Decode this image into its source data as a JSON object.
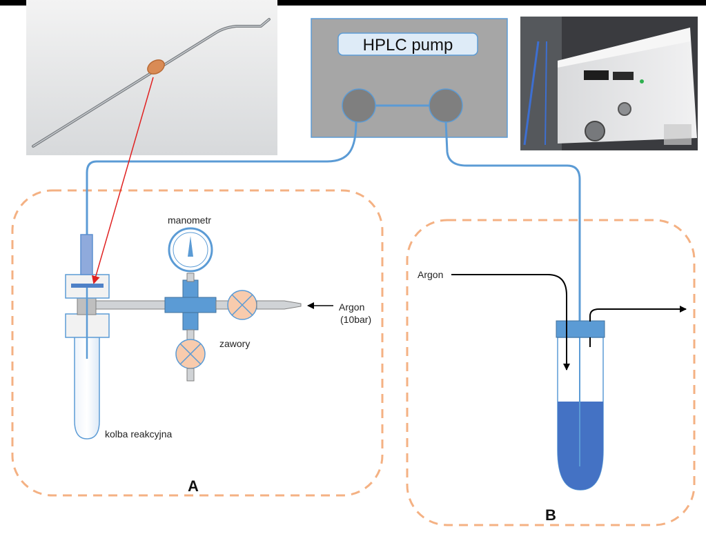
{
  "pump": {
    "title": "HPLC pump"
  },
  "labels": {
    "manometer": "manometr",
    "valves": "zawory",
    "flask": "kolba reakcyjna",
    "argon_a": "Argon",
    "argon_a_pressure": "(10bar)",
    "argon_b": "Argon"
  },
  "panels": {
    "a": "A",
    "b": "B"
  },
  "photos": {
    "needle": "needle-photo",
    "pump": "hplc-pump-photo"
  },
  "colors": {
    "tube": "#5b9bd5",
    "part": "#5b8fd0",
    "dash": "#f4b183",
    "valve": "#f8cbad",
    "liquid": "#4472c4",
    "pointer": "#e02020",
    "pump_body": "#a6a6a6"
  }
}
